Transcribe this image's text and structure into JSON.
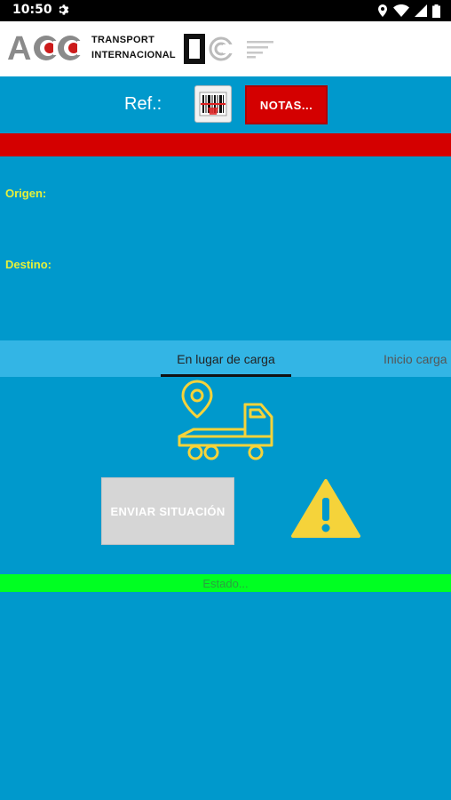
{
  "status_bar": {
    "time": "10:50"
  },
  "header": {
    "logo_letters": "ACC",
    "company_line1": "TRANSPORT",
    "company_line2": "INTERNACIONAL"
  },
  "ref_bar": {
    "ref_label": "Ref.:",
    "ref_value": "",
    "notas_label": "NOTAS..."
  },
  "fields": {
    "origen_label": "Origen:",
    "origen_value": "",
    "destino_label": "Destino:",
    "destino_value": ""
  },
  "tabs": [
    {
      "label": "En lugar de carga",
      "active": true
    },
    {
      "label": "Inicio carga",
      "active": false
    }
  ],
  "actions": {
    "enviar_label": "ENVIAR SITUACIÓN"
  },
  "status": {
    "estado_text": "Estado..."
  },
  "colors": {
    "background": "#0099cc",
    "tab_bar": "#33b5e5",
    "notas": "#d40000",
    "red_strip": "#d40000",
    "label_yellow": "#e6f03a",
    "icon_yellow": "#f5d33a",
    "estado_green": "#00ff22"
  },
  "icons": {
    "status_gear": "gear-icon",
    "barcode": "barcode-icon",
    "truck": "tow-truck-location-icon",
    "warning": "warning-triangle-icon",
    "menu": "menu-lines-icon"
  }
}
